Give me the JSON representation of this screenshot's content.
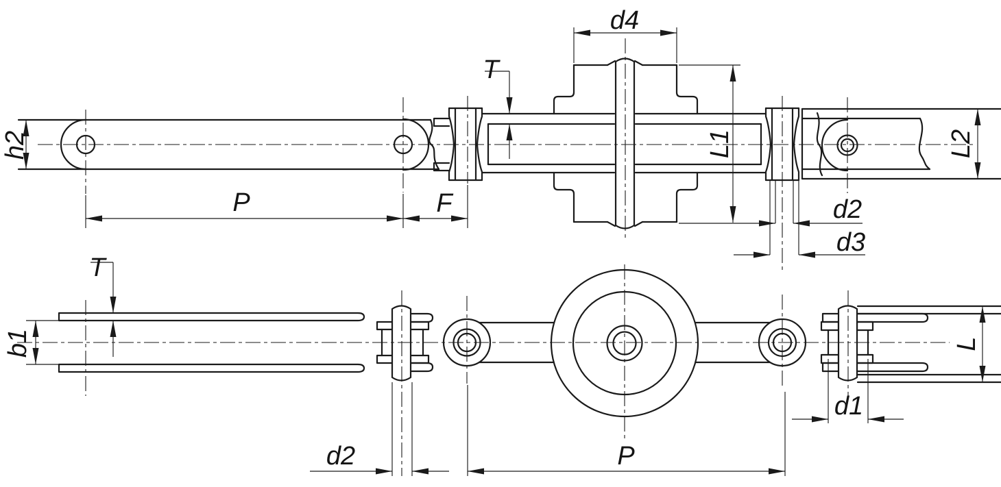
{
  "drawing": {
    "type": "technical-drawing",
    "subject": "roller conveyor chain link, two orthographic views (side elevation and plan view)",
    "colors": {
      "line": "#1a1a1a",
      "background": "#ffffff"
    },
    "labels": {
      "h2": "h2",
      "p_top": "P",
      "f": "F",
      "t_top": "T",
      "d4": "d4",
      "l1": "L1",
      "l2": "L2",
      "d2_top": "d2",
      "d3": "d3",
      "b1": "b1",
      "t_bottom": "T",
      "d2_bottom": "d2",
      "p_bottom": "P",
      "d1": "d1",
      "l": "L"
    }
  }
}
